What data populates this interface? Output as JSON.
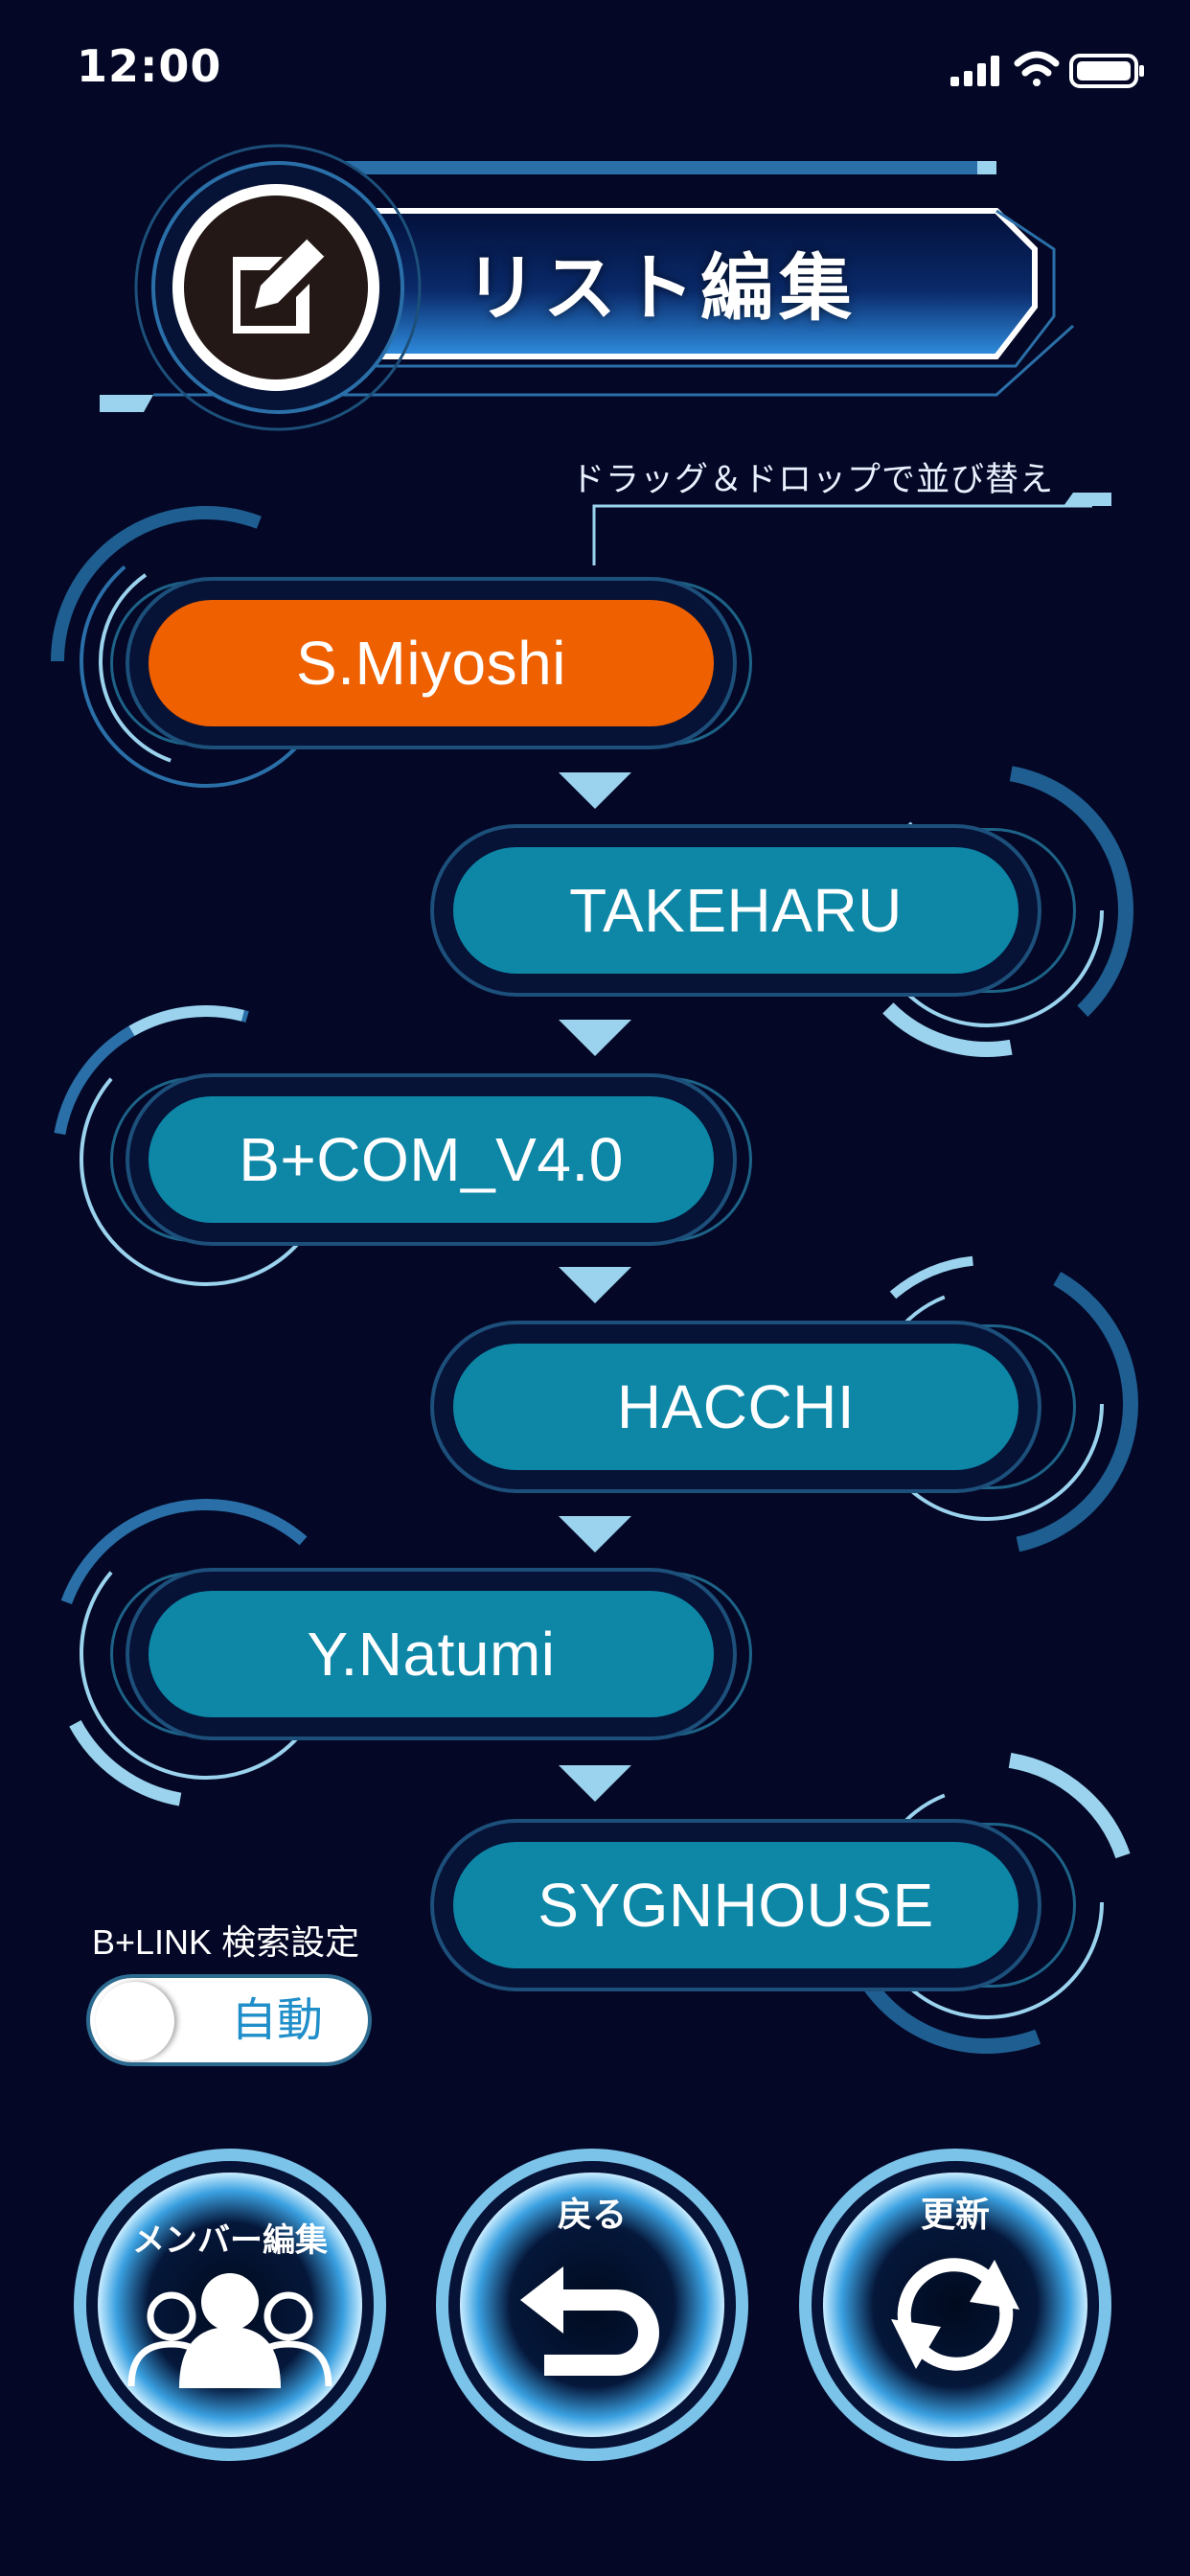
{
  "status_bar": {
    "time": "12:00"
  },
  "header": {
    "title": "リスト編集"
  },
  "hint": "ドラッグ＆ドロップで並び替え",
  "list": [
    {
      "label": "S.Miyoshi",
      "selected": true
    },
    {
      "label": "TAKEHARU",
      "selected": false
    },
    {
      "label": "B+COM_V4.0",
      "selected": false
    },
    {
      "label": "HACCHI",
      "selected": false
    },
    {
      "label": "Y.Natumi",
      "selected": false
    },
    {
      "label": "SYGNHOUSE",
      "selected": false
    }
  ],
  "search_setting": {
    "label_prefix": "B+LINK",
    "label_suffix": "検索設定",
    "toggle_value": "自動"
  },
  "buttons": {
    "member_edit": "メンバー編集",
    "back": "戻る",
    "refresh": "更新"
  },
  "colors": {
    "background": "#040826",
    "item_teal": "#0e87a7",
    "item_selected": "#ee6000",
    "accent_light": "#9bd3ee"
  }
}
